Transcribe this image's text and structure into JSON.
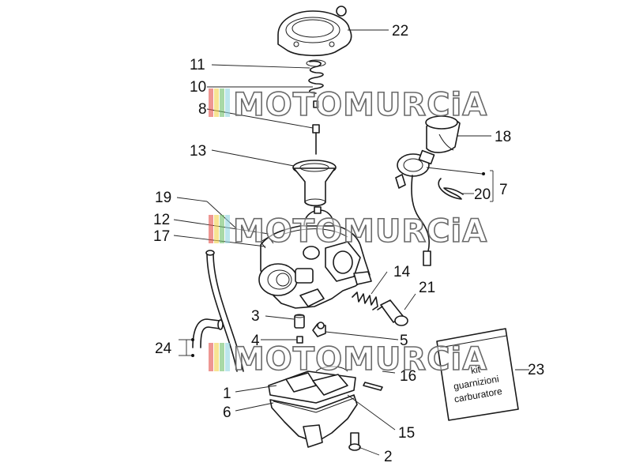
{
  "colors": {
    "line": "#1a1a1a",
    "watermark_red": "#e2504a",
    "watermark_yellow": "#f2d24a",
    "watermark_green": "#6fc06a",
    "watermark_cyan": "#8fd3e0",
    "watermark_outline": "#6a6a6a"
  },
  "watermark": {
    "text": "MOTOMURCiA"
  },
  "kit_bag": {
    "line1": "kit",
    "line2": "guarnizioni",
    "line3": "carburatore"
  },
  "callouts": {
    "c22": "22",
    "c11": "11",
    "c10": "10",
    "c8": "8",
    "c13": "13",
    "c18": "18",
    "c7": "7",
    "c20": "20",
    "c19": "19",
    "c12": "12",
    "c17": "17",
    "c14": "14",
    "c21": "21",
    "c3": "3",
    "c4": "4",
    "c5": "5",
    "c24": "24",
    "c16": "16",
    "c23": "23",
    "c1": "1",
    "c6": "6",
    "c15": "15",
    "c2": "2"
  }
}
